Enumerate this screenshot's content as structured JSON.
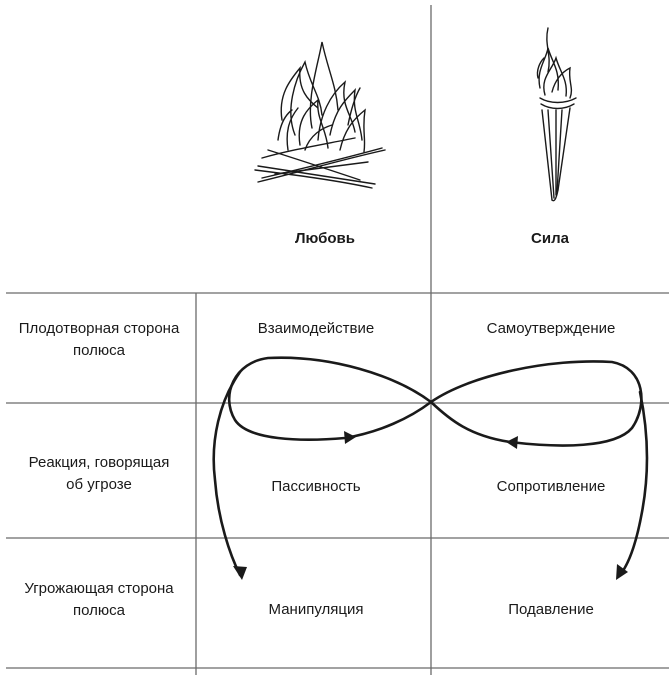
{
  "columns": {
    "love": "Любовь",
    "power": "Сила"
  },
  "icons": {
    "love": "campfire-icon",
    "power": "torch-icon"
  },
  "rows": [
    {
      "label_line1": "Плодотворная сторона",
      "label_line2": "полюса",
      "love": "Взаимодействие",
      "power": "Самоутверждение"
    },
    {
      "label_line1": "Реакция, говорящая",
      "label_line2": "об угрозе",
      "love": "Пассивность",
      "power": "Сопротивление"
    },
    {
      "label_line1": "Угрожающая сторона",
      "label_line2": "полюса",
      "love": "Манипуляция",
      "power": "Подавление"
    }
  ],
  "colors": {
    "grid": "#6b6b6b",
    "ink": "#1a1a1a"
  }
}
